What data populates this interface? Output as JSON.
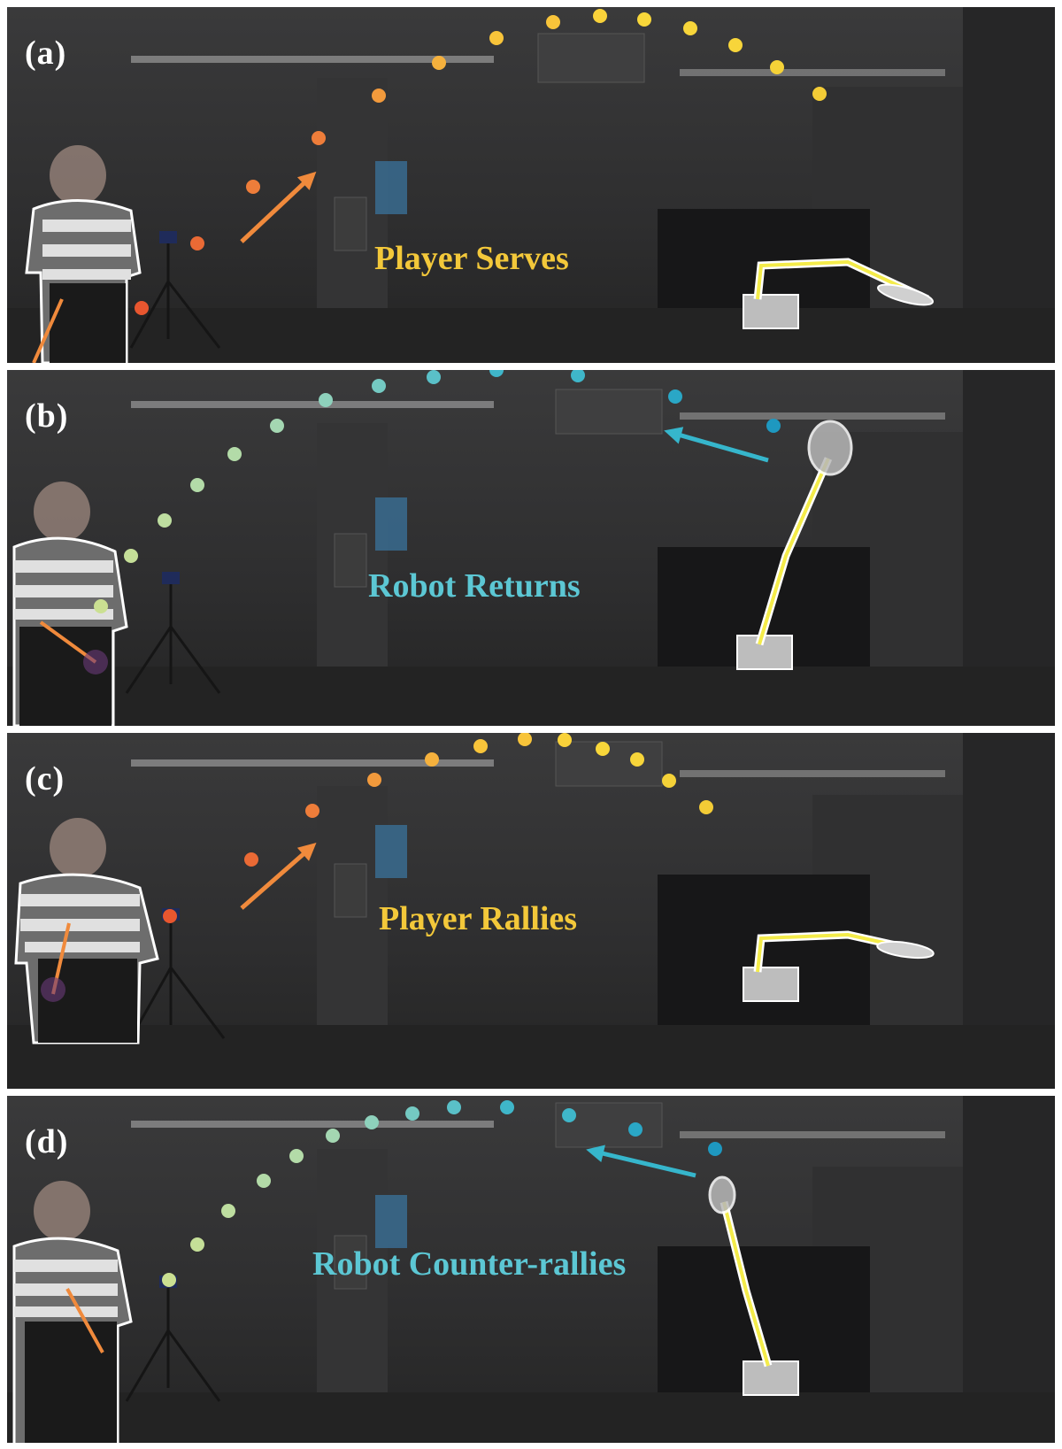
{
  "colors": {
    "serve_caption": "#f3c83a",
    "return_caption": "#5cc7d4",
    "player_arrow": "#f08a3c",
    "robot_arrow": "#36b6cc"
  },
  "panels": [
    {
      "label": "(a)",
      "caption": "Player Serves",
      "caption_color": "#f3c83a",
      "arrow_color": "#f08a3c",
      "trajectory_colors": [
        "#e8562f",
        "#ea6a35",
        "#ee7d3a",
        "#f29a3c",
        "#f5b13d",
        "#f8c43a",
        "#f9d23a",
        "#f8d73a",
        "#f7d53a",
        "#f5d238",
        "#f3cc36"
      ]
    },
    {
      "label": "(b)",
      "caption": "Robot Returns",
      "caption_color": "#5cc7d4",
      "arrow_color": "#36b6cc",
      "trajectory_colors": [
        "#1e98c0",
        "#2aa7c6",
        "#3fb6c9",
        "#5ac0c8",
        "#74c9c2",
        "#8ed1bc",
        "#a4d7b2",
        "#b3dba8",
        "#bedea0",
        "#c5df98",
        "#cbe092"
      ]
    },
    {
      "label": "(c)",
      "caption": "Player Rallies",
      "caption_color": "#f3c83a",
      "arrow_color": "#f08a3c",
      "trajectory_colors": [
        "#e8562f",
        "#ea6a35",
        "#ee7d3a",
        "#f29a3c",
        "#f5b13d",
        "#f8c43a",
        "#f9d23a",
        "#f8d73a",
        "#f7d53a",
        "#f5d238",
        "#f3cc36"
      ]
    },
    {
      "label": "(d)",
      "caption": "Robot Counter-rallies",
      "caption_color": "#5cc7d4",
      "arrow_color": "#36b6cc",
      "trajectory_colors": [
        "#1e98c0",
        "#2aa7c6",
        "#3fb6c9",
        "#5ac0c8",
        "#74c9c2",
        "#8ed1bc",
        "#a4d7b2",
        "#b3dba8",
        "#bedea0",
        "#c5df98",
        "#cbe092"
      ]
    }
  ]
}
